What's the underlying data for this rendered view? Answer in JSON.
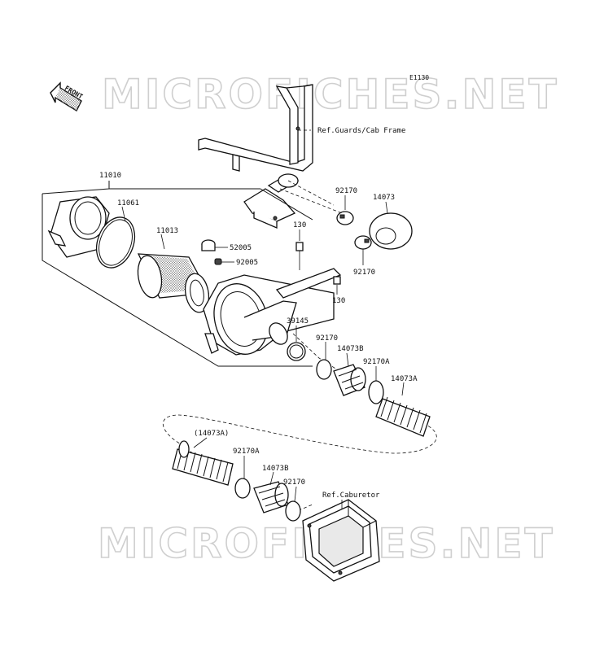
{
  "diagram": {
    "code": "E1130",
    "watermark": "MICROFICHES.NET",
    "front_label": "FRONT",
    "refs": {
      "guards": "Ref.Guards/Cab Frame",
      "carburetor": "Ref.Caburetor"
    },
    "parts": {
      "p11010": "11010",
      "p11061": "11061",
      "p11013": "11013",
      "p52005": "52005",
      "p92005": "92005",
      "p130_a": "130",
      "p130_b": "130",
      "p92170_a": "92170",
      "p14073": "14073",
      "p92170_b": "92170",
      "p39145": "39145",
      "p92170_c": "92170",
      "p14073B_a": "14073B",
      "p92170A_a": "92170A",
      "p14073A": "14073A",
      "p14073A_paren": "(14073A)",
      "p92170A_b": "92170A",
      "p14073B_b": "14073B",
      "p92170_d": "92170"
    }
  }
}
